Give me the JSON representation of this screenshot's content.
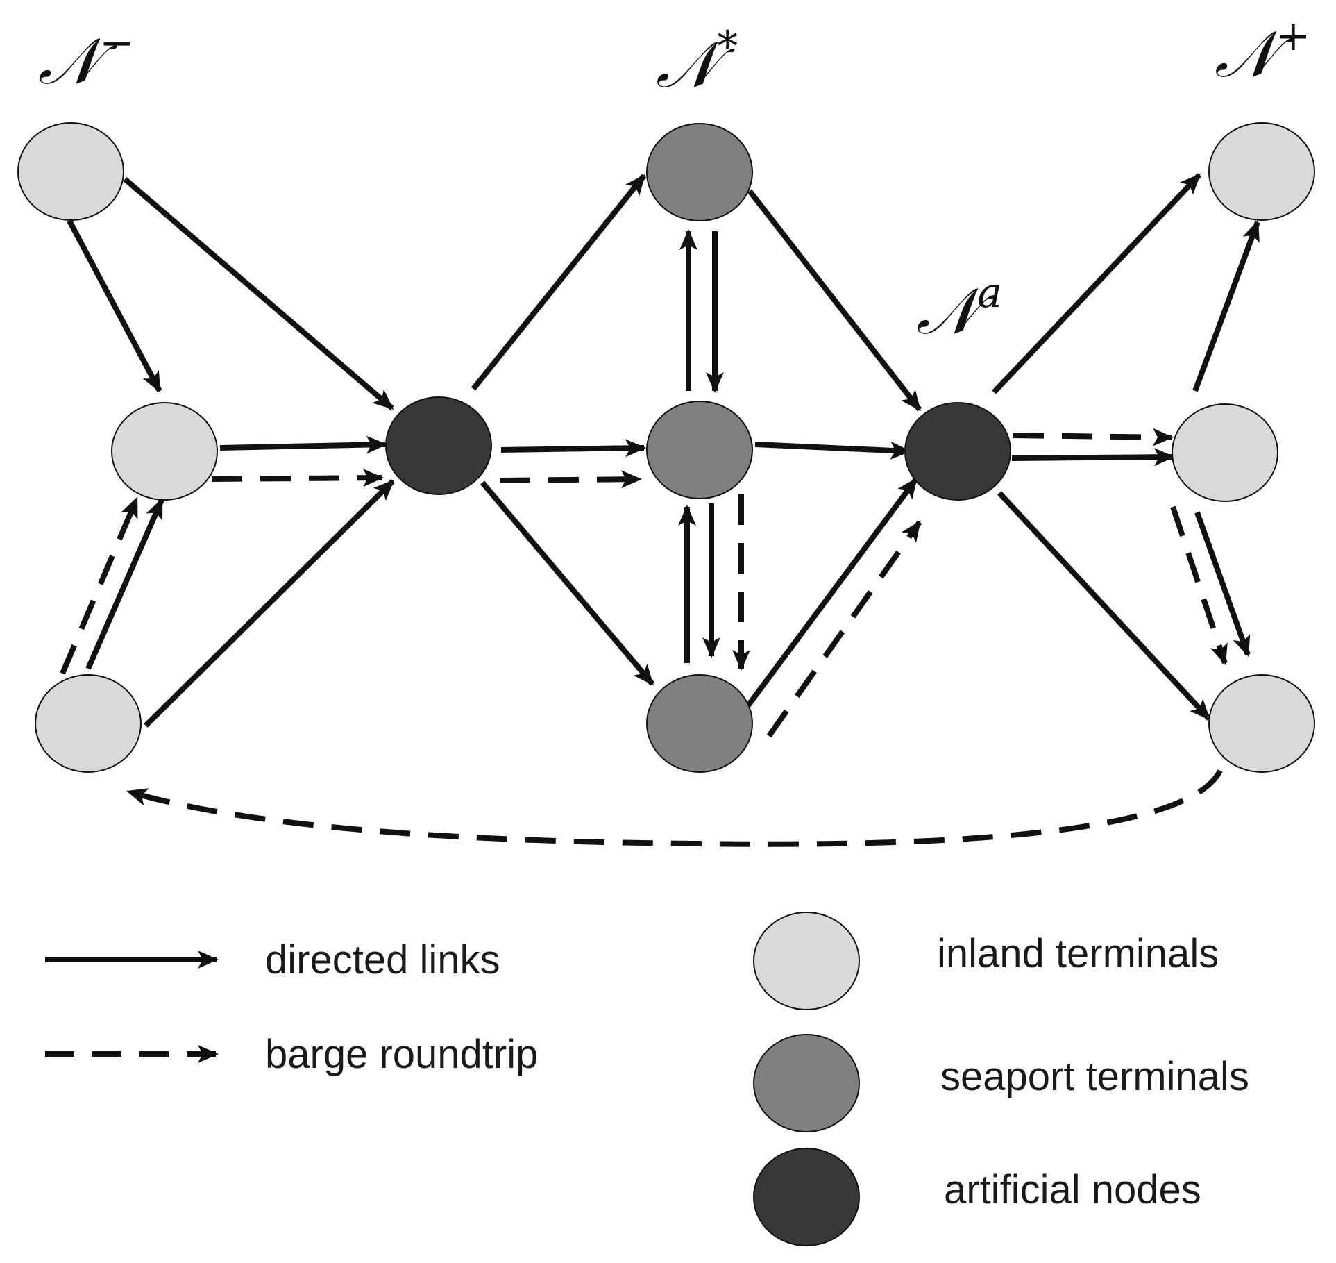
{
  "colors": {
    "inland": "#d9d9d9",
    "seaport": "#808080",
    "artificial": "#383838",
    "stroke": "#111111",
    "background": "#ffffff"
  },
  "set_labels": {
    "minus": {
      "base": "𝒩",
      "sup": "−"
    },
    "star": {
      "base": "𝒩",
      "sup": "*"
    },
    "artificial": {
      "base": "𝒩",
      "sup": "a"
    },
    "plus": {
      "base": "𝒩",
      "sup": "+"
    }
  },
  "legend": {
    "directed_links": "directed links",
    "barge_roundtrip": "barge roundtrip",
    "inland_terminals": "inland terminals",
    "seaport_terminals": "seaport terminals",
    "artificial_nodes": "artificial nodes"
  },
  "nodes": [
    {
      "id": "I1",
      "type": "inland"
    },
    {
      "id": "I2",
      "type": "inland"
    },
    {
      "id": "I3",
      "type": "inland"
    },
    {
      "id": "A1",
      "type": "artificial"
    },
    {
      "id": "S1",
      "type": "seaport"
    },
    {
      "id": "S2",
      "type": "seaport"
    },
    {
      "id": "S3",
      "type": "seaport"
    },
    {
      "id": "A2",
      "type": "artificial"
    },
    {
      "id": "O1",
      "type": "inland"
    },
    {
      "id": "O2",
      "type": "inland"
    },
    {
      "id": "O3",
      "type": "inland"
    }
  ],
  "links": [
    {
      "from": "I1",
      "to": "I2",
      "style": "solid"
    },
    {
      "from": "I1",
      "to": "A1",
      "style": "solid"
    },
    {
      "from": "I2",
      "to": "A1",
      "style": "solid"
    },
    {
      "from": "I2",
      "to": "A1",
      "style": "dashed"
    },
    {
      "from": "I3",
      "to": "I2",
      "style": "solid"
    },
    {
      "from": "I3",
      "to": "I2",
      "style": "dashed"
    },
    {
      "from": "I3",
      "to": "A1",
      "style": "solid"
    },
    {
      "from": "A1",
      "to": "S1",
      "style": "solid"
    },
    {
      "from": "A1",
      "to": "S2",
      "style": "solid"
    },
    {
      "from": "A1",
      "to": "S2",
      "style": "dashed"
    },
    {
      "from": "A1",
      "to": "S3",
      "style": "solid"
    },
    {
      "from": "S1",
      "to": "S2",
      "style": "solid"
    },
    {
      "from": "S2",
      "to": "S1",
      "style": "solid"
    },
    {
      "from": "S2",
      "to": "S3",
      "style": "solid"
    },
    {
      "from": "S3",
      "to": "S2",
      "style": "solid"
    },
    {
      "from": "S2",
      "to": "S3",
      "style": "dashed"
    },
    {
      "from": "S1",
      "to": "A2",
      "style": "solid"
    },
    {
      "from": "S2",
      "to": "A2",
      "style": "solid"
    },
    {
      "from": "S3",
      "to": "A2",
      "style": "solid"
    },
    {
      "from": "S3",
      "to": "A2",
      "style": "dashed"
    },
    {
      "from": "A2",
      "to": "O1",
      "style": "solid"
    },
    {
      "from": "A2",
      "to": "O2",
      "style": "solid"
    },
    {
      "from": "A2",
      "to": "O2",
      "style": "dashed"
    },
    {
      "from": "A2",
      "to": "O3",
      "style": "solid"
    },
    {
      "from": "O2",
      "to": "O1",
      "style": "solid"
    },
    {
      "from": "O2",
      "to": "O3",
      "style": "solid"
    },
    {
      "from": "O2",
      "to": "O3",
      "style": "dashed"
    },
    {
      "from": "O3",
      "to": "I3",
      "style": "dashed"
    }
  ]
}
